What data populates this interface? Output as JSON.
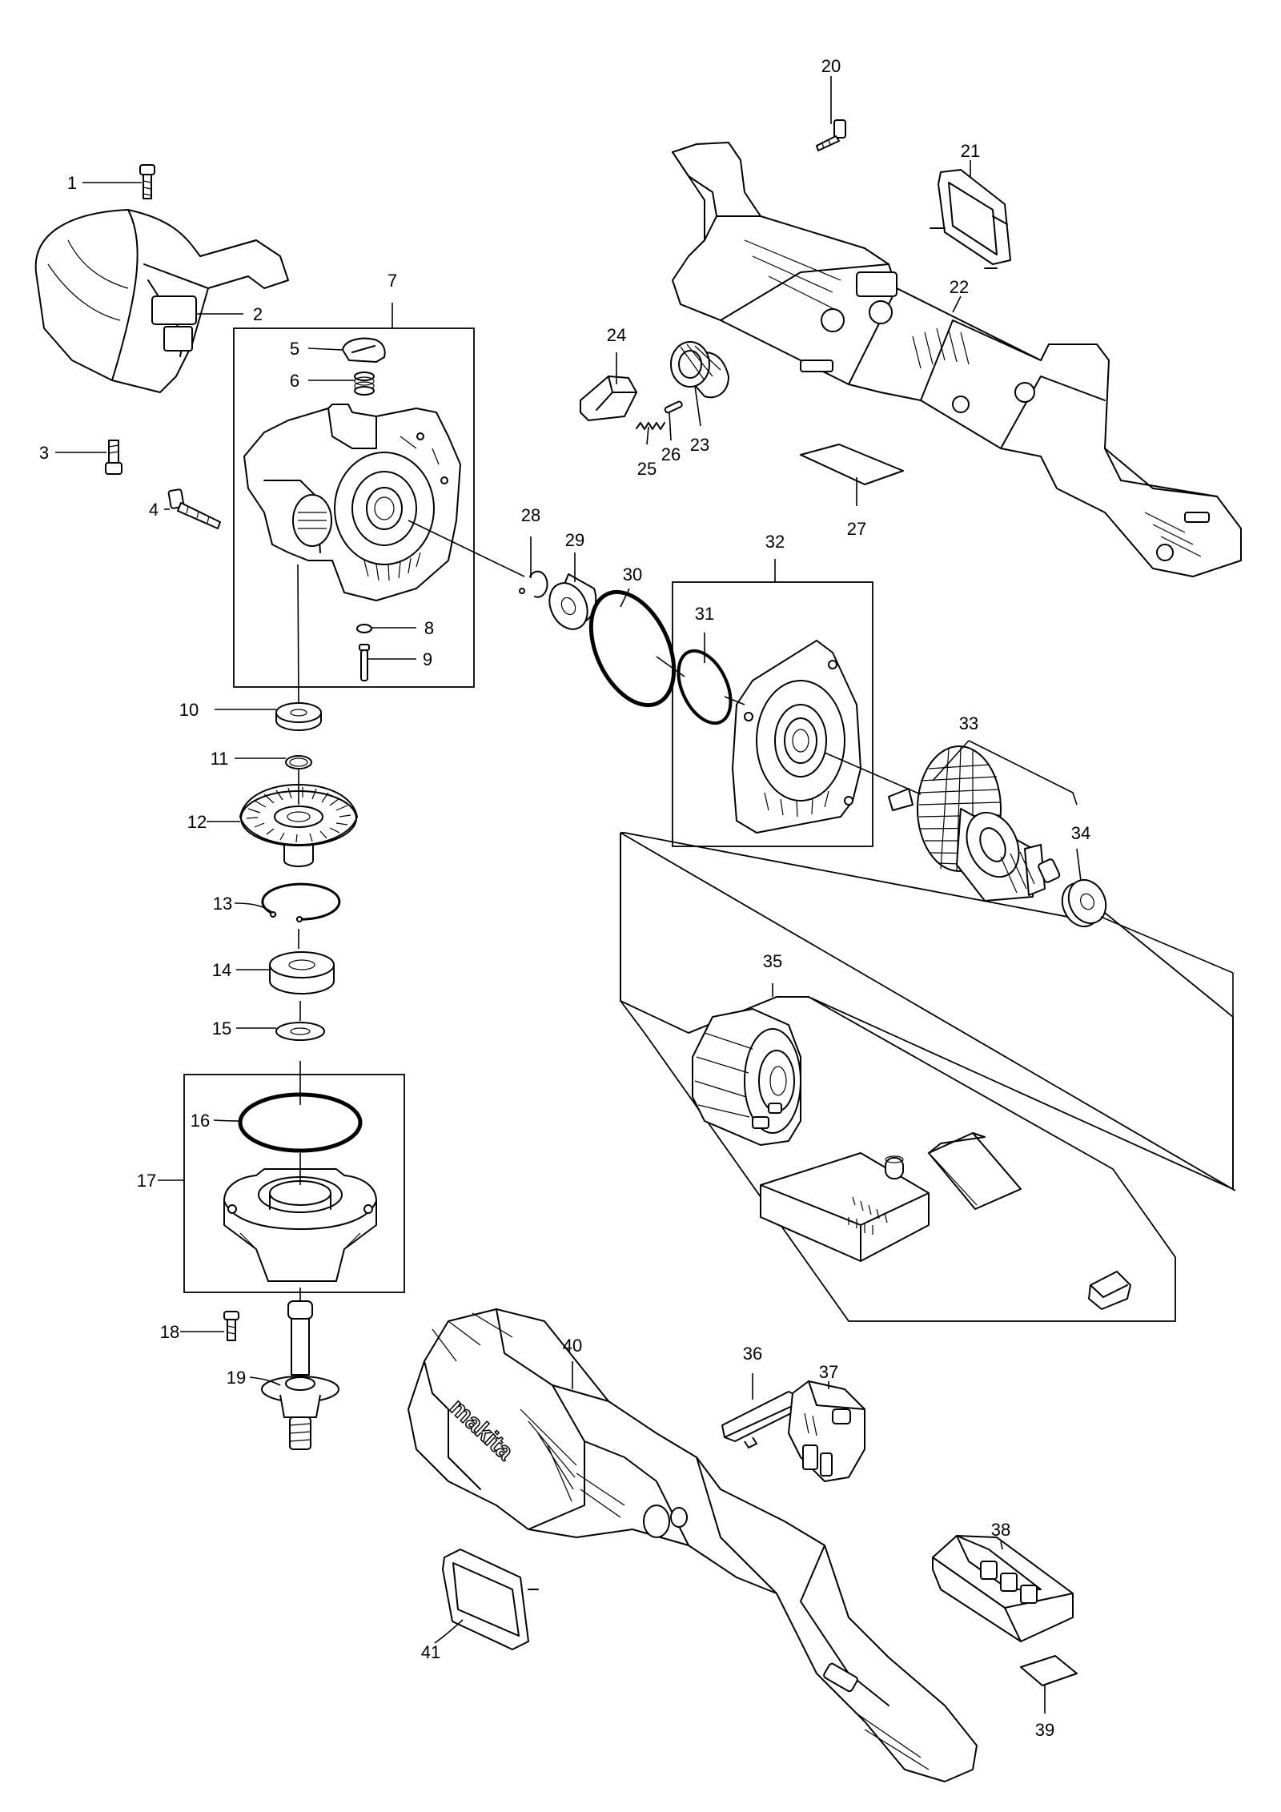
{
  "labels": [
    "1",
    "2",
    "3",
    "4",
    "5",
    "6",
    "7",
    "8",
    "9",
    "10",
    "11",
    "12",
    "13",
    "14",
    "15",
    "16",
    "17",
    "18",
    "19",
    "20",
    "21",
    "22",
    "23",
    "24",
    "25",
    "26",
    "27",
    "28",
    "29",
    "30",
    "31",
    "32",
    "33",
    "34",
    "35",
    "36",
    "37",
    "38",
    "39",
    "40",
    "41"
  ],
  "housing_brand": "makita"
}
